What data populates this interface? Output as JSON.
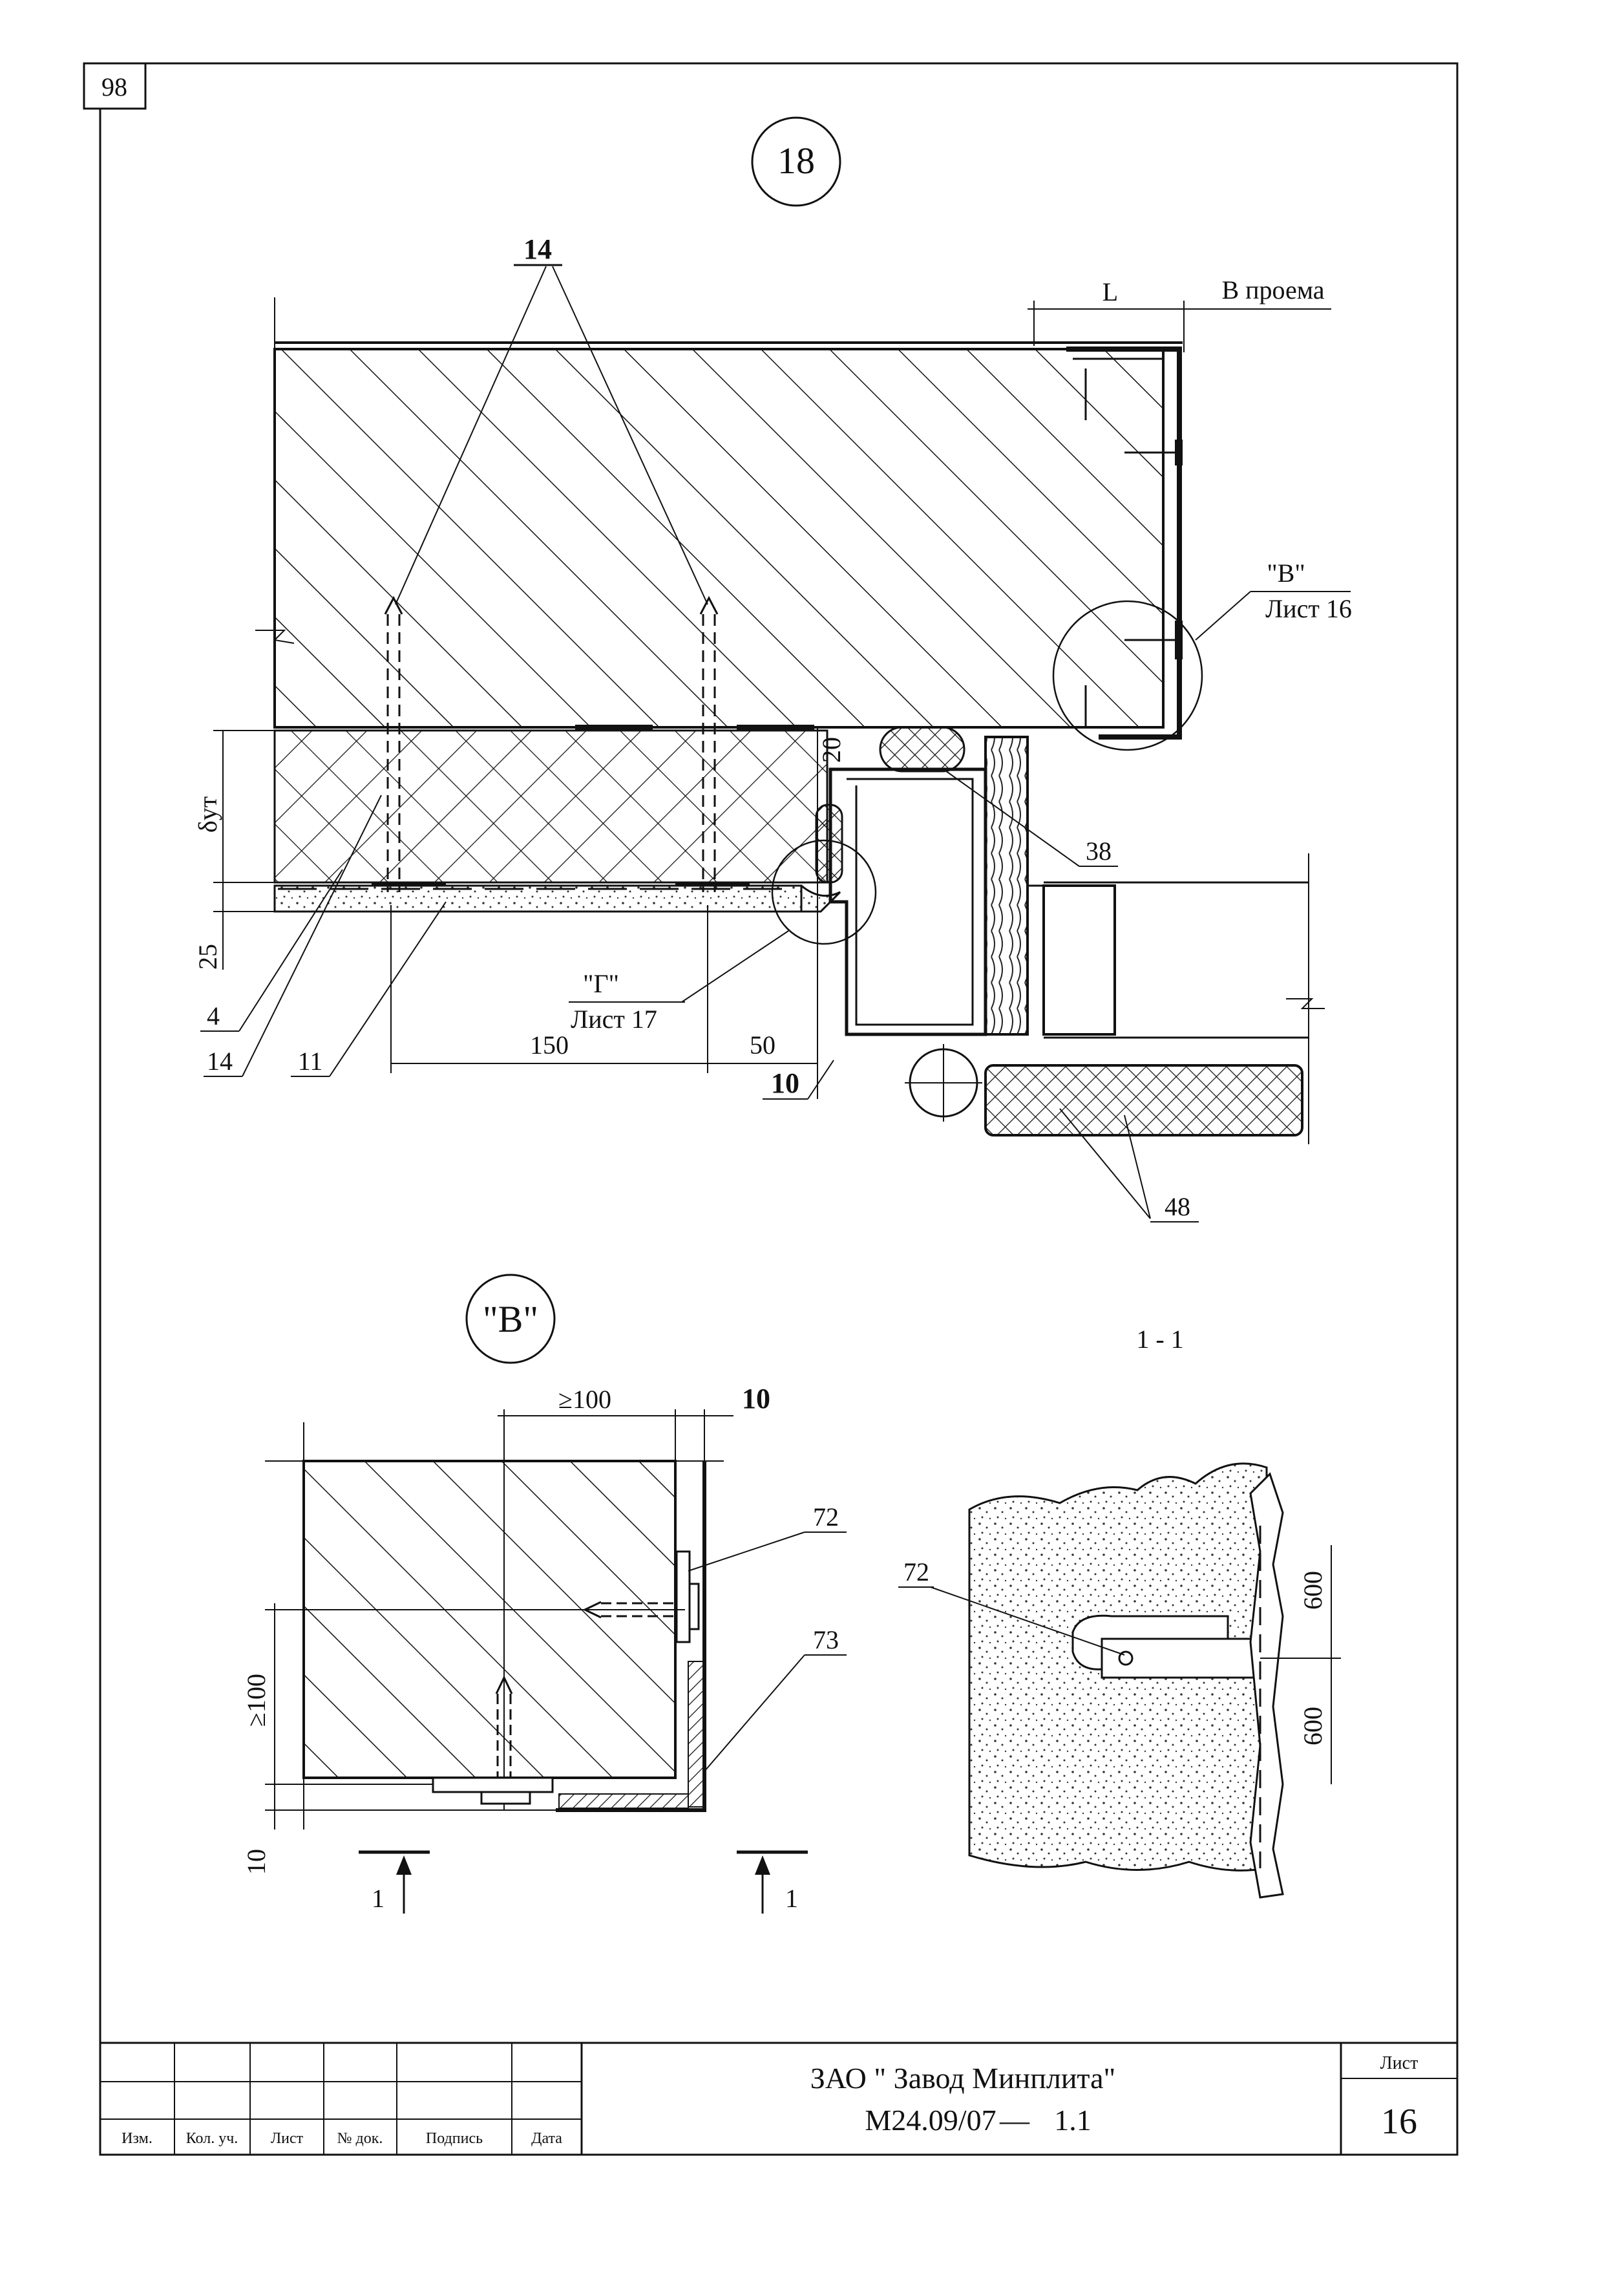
{
  "sheet": {
    "page_number": "98",
    "title_block": {
      "company": "ЗАО \" Завод Минплита\"",
      "code": "М24.09/07",
      "dash": "—",
      "subcode": "1.1",
      "sheet_label": "Лист",
      "sheet_number": "16",
      "columns": [
        "Изм.",
        "Кол. уч.",
        "Лист",
        "№ док.",
        "Подпись",
        "Дата"
      ]
    }
  },
  "main_detail": {
    "detail_number": "18",
    "callouts": {
      "anchor": "14",
      "sealant": "38",
      "insulation_strip": "48",
      "dowel_small": "4",
      "dowel": "14",
      "mesh": "11",
      "gap": "10"
    },
    "dimensions": {
      "L": "L",
      "opening": "В проема",
      "thickness_label": "δут",
      "plaster": "25",
      "gap_top": "20",
      "d150": "150",
      "d50": "50"
    },
    "references": {
      "v_label": "\"В\"",
      "v_sheet": "Лист 16",
      "g_label": "\"Г\"",
      "g_sheet": "Лист 17"
    }
  },
  "detail_v": {
    "title": "\"В\"",
    "dim_min100_top": "≥100",
    "dim_10_top": "10",
    "dim_min100_side": "≥100",
    "dim_10_side": "10",
    "callout_72": "72",
    "callout_73": "73",
    "section_mark": "1"
  },
  "section_1_1": {
    "title": "1 - 1",
    "callout_72": "72",
    "dim_600_top": "600",
    "dim_600_bottom": "600"
  }
}
